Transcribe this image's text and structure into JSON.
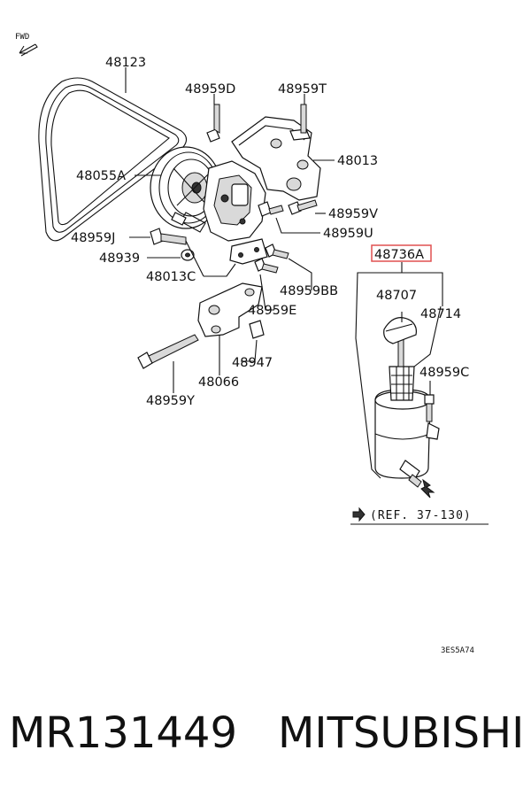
{
  "diagram": {
    "fwd_label": "FWD",
    "diagram_code": "3ES5A74",
    "reference_note": "(REF. 37-130)",
    "highlight_color": "#e05050",
    "callouts": {
      "c48123": "48123",
      "c48959D": "48959D",
      "c48959T": "48959T",
      "c48013": "48013",
      "c48055A": "48055A",
      "c48959V": "48959V",
      "c48959U": "48959U",
      "c48959J": "48959J",
      "c48939": "48939",
      "c48013C": "48013C",
      "c48736A": "48736A",
      "c48959BB": "48959BB",
      "c48707": "48707",
      "c48714": "48714",
      "c48959E": "48959E",
      "c48947": "48947",
      "c48066": "48066",
      "c48959C": "48959C",
      "c48959Y": "48959Y"
    }
  },
  "footer": {
    "part_number": "MR131449",
    "brand": "MITSUBISHI"
  }
}
